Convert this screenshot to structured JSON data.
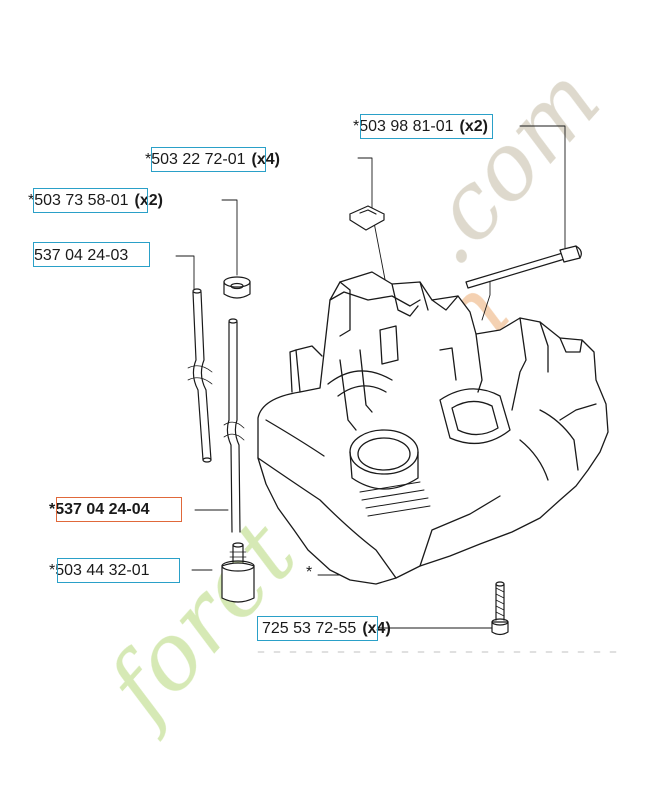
{
  "diagram": {
    "watermark": "foretjardin.com",
    "colors": {
      "line": "#1a1a1a",
      "highlight": "#2aa0c8",
      "selected": "#e0683a",
      "watermark_green": "#cfe6a8",
      "watermark_orange": "#f3c9a4",
      "watermark_grey": "#d8d3c4"
    },
    "parts": [
      {
        "id": "p1",
        "star": "*",
        "number": "503 98 81-01",
        "qty": "(x2)"
      },
      {
        "id": "p2",
        "star": "*",
        "number": "503 22 72-01",
        "qty": "(x4)"
      },
      {
        "id": "p3",
        "star": "*",
        "number": "503 73 58-01",
        "qty": "(x2)"
      },
      {
        "id": "p4",
        "star": "",
        "number": "537 04 24-03",
        "qty": ""
      },
      {
        "id": "p5",
        "star": "*",
        "number": "537 04 24-04",
        "qty": "",
        "selected": true
      },
      {
        "id": "p6",
        "star": "*",
        "number": "503 44 32-01",
        "qty": ""
      },
      {
        "id": "p7",
        "star": "",
        "number": "725 53 72-55",
        "qty": "(x4)"
      }
    ],
    "housing_marker": "*"
  }
}
